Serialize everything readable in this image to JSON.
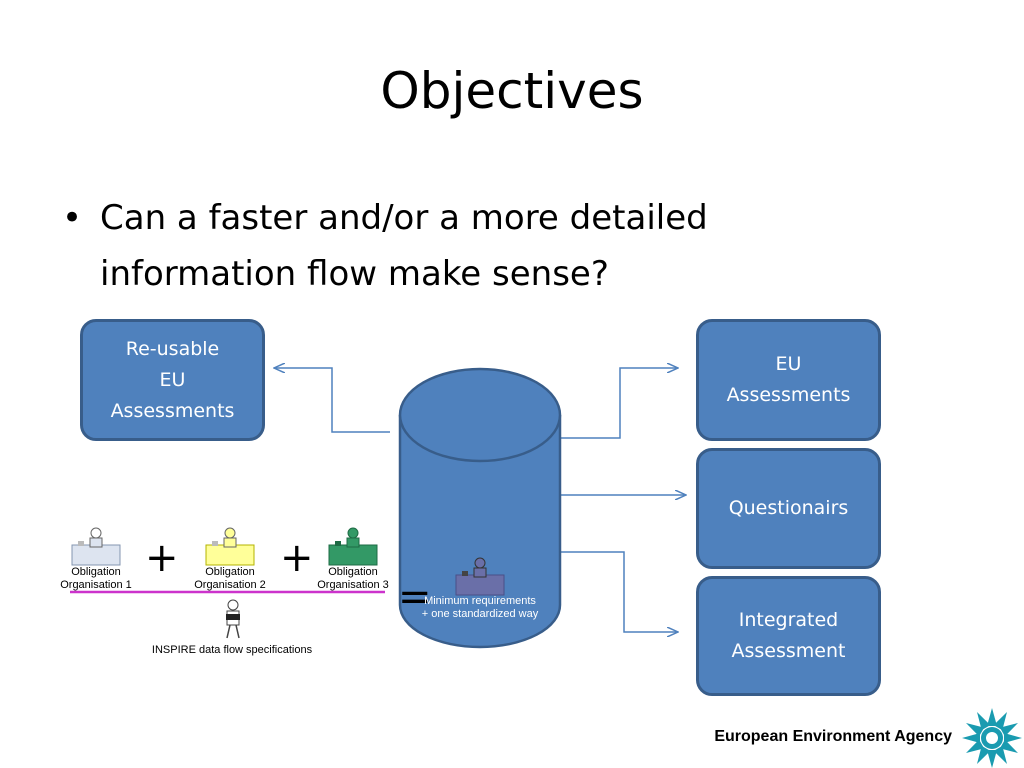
{
  "slide": {
    "title": "Objectives",
    "bullet": "Can a faster and/or a more detailed information flow make sense?"
  },
  "boxes": {
    "reusable": [
      "Re-usable",
      "EU",
      "Assessments"
    ],
    "eu_assessments": [
      "EU",
      "Assessments"
    ],
    "questionairs": [
      "Questionairs"
    ],
    "integrated": [
      "Integrated",
      "Assessment"
    ]
  },
  "organisations": [
    {
      "line1": "Obligation",
      "line2": "Organisation 1",
      "color": "#dde4f0"
    },
    {
      "line1": "Obligation",
      "line2": "Organisation 2",
      "color": "#ffff99"
    },
    {
      "line1": "Obligation",
      "line2": "Organisation 3",
      "color": "#339966"
    }
  ],
  "operators": {
    "plus": "+",
    "equals": "="
  },
  "cylinder_text": [
    "Minimum requirements",
    "+ one standardized way"
  ],
  "inspire_label": "INSPIRE data flow specifications",
  "footer": {
    "agency": "European Environment Agency"
  },
  "colors": {
    "box_fill": "#4f81bd",
    "box_border": "#385d8a",
    "arrow": "#4f81bd",
    "magenta_line": "#cc33cc"
  }
}
